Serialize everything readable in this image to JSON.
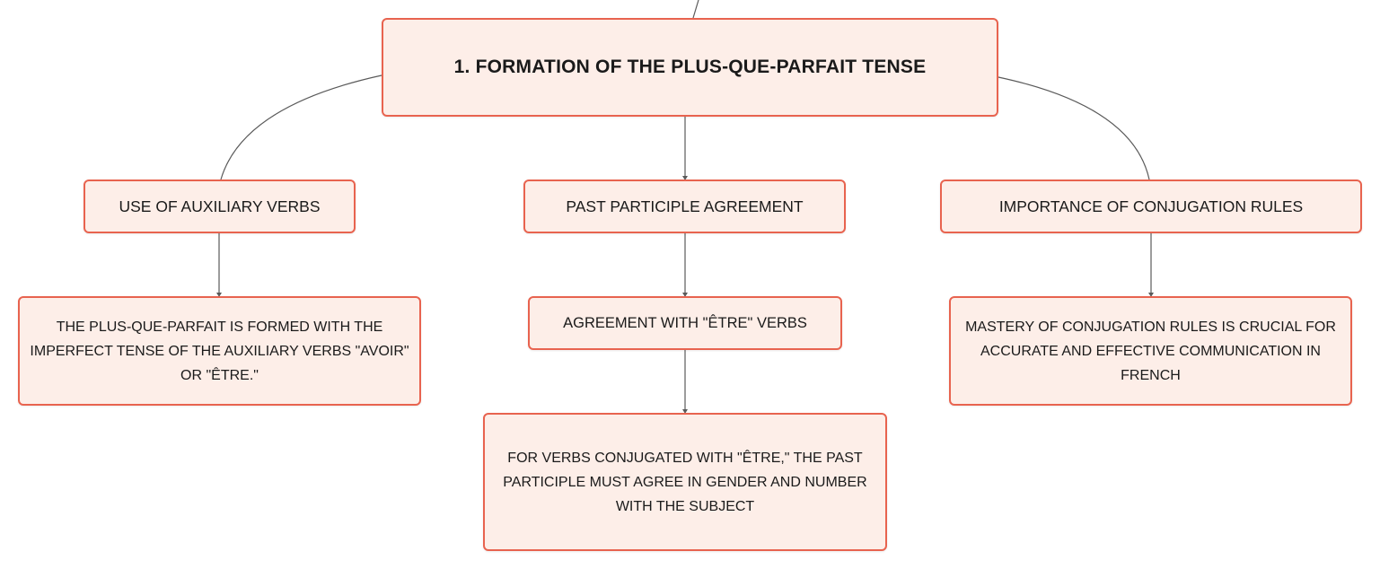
{
  "diagram": {
    "root": {
      "label": "1. FORMATION OF THE PLUS-QUE-PARFAIT TENSE"
    },
    "branches": [
      {
        "label": "USE OF AUXILIARY VERBS",
        "children": [
          {
            "label": "THE PLUS-QUE-PARFAIT IS FORMED WITH THE IMPERFECT TENSE OF THE AUXILIARY VERBS \"AVOIR\" OR \"ÊTRE.\""
          }
        ]
      },
      {
        "label": "PAST PARTICIPLE AGREEMENT",
        "children": [
          {
            "label": "AGREEMENT WITH \"ÊTRE\" VERBS",
            "children": [
              {
                "label": "FOR VERBS CONJUGATED WITH \"ÊTRE,\" THE PAST PARTICIPLE MUST AGREE IN GENDER AND NUMBER WITH THE SUBJECT"
              }
            ]
          }
        ]
      },
      {
        "label": "IMPORTANCE OF CONJUGATION RULES",
        "children": [
          {
            "label": "MASTERY OF CONJUGATION RULES IS CRUCIAL FOR ACCURATE AND EFFECTIVE COMMUNICATION IN FRENCH"
          }
        ]
      }
    ],
    "colors": {
      "node_fill": "#fdeee8",
      "node_border": "#e8634f",
      "edge": "#5a5a5a",
      "text": "#1a1a1a"
    }
  }
}
